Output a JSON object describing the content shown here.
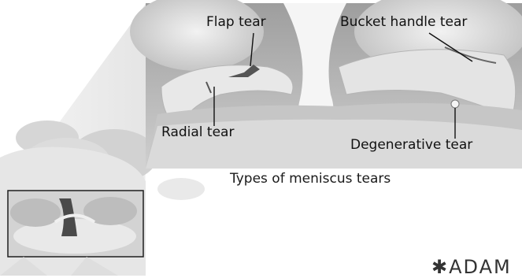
{
  "labels": {
    "flap_tear": "Flap tear",
    "bucket_handle_tear": "Bucket handle tear",
    "radial_tear": "Radial tear",
    "degenerative_tear": "Degenerative tear"
  },
  "caption": "Types of meniscus tears",
  "logo": "✱ADAM",
  "colors": {
    "background": "#ffffff",
    "knee_tissue": "#cfcfcf",
    "meniscus": "#e8e8e8",
    "inset_border": "#1f1f1f",
    "label_text": "#111111"
  }
}
